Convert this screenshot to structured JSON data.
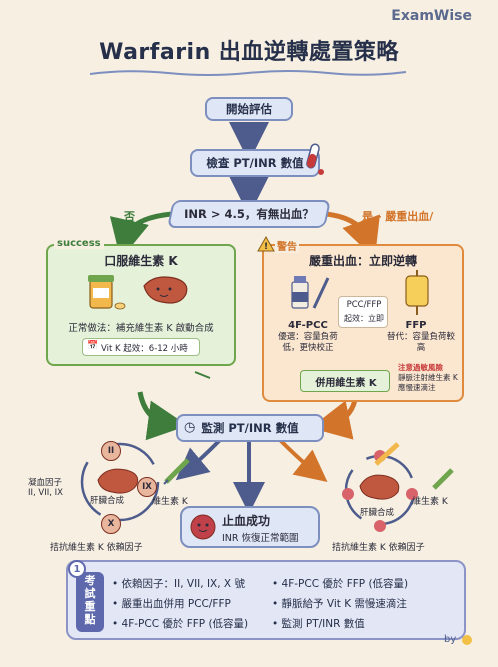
{
  "brand": "ExamWise",
  "title": "Warfarin 出血逆轉處置策略",
  "start": "開始評估",
  "check": "檢查 PT/INR 數值",
  "decision": "INR > 4.5，有無出血？",
  "no_label": "否",
  "yes_label": "是 - 嚴重出血/",
  "left_panel": {
    "tag": "success",
    "title": "口服維生素 K",
    "desc": "正常做法：補充維生素 K 啟動合成",
    "onset": "Vit K 起效：6-12 小時"
  },
  "right_panel": {
    "tag": "警告",
    "title": "嚴重出血：立即逆轉",
    "pcc_label": "4F-PCC",
    "pcc_desc": "優選：容量負荷低，更快校正",
    "middle": "PCC/FFP",
    "middle_sub": "起效：立即",
    "ffp_label": "FFP",
    "ffp_desc": "替代：容量負荷較高",
    "combo": "併用維生素 K",
    "warn_title": "注意過敏風險",
    "warn_desc": "靜脈注射維生素 K 應慢速滴注"
  },
  "monitor": "監測 PT/INR 數值",
  "left_cycle": {
    "factors_label": "凝血因子 II, VII, IX",
    "n1": "II",
    "n2": "IX",
    "n3": "X",
    "liver": "肝臟合成",
    "vitk": "維生素 K",
    "bottom": "拮抗維生素 K 依賴因子"
  },
  "right_cycle": {
    "vitk": "維生素 K",
    "liver": "肝臟合成",
    "bottom": "拮抗維生素 K 依賴因子"
  },
  "stop": {
    "title": "止血成功",
    "sub": "INR 恢復正常範圍"
  },
  "summary": {
    "number": "1",
    "tag": "考試重點",
    "left": [
      "依賴因子：II, VII, IX, X 號",
      "嚴重出血併用 PCC/FFP",
      "4F-PCC 優於 FFP (低容量)"
    ],
    "right": [
      "4F-PCC 優於 FFP (低容量)",
      "靜脈給予 Vit K 需慢速滴注",
      "監測 PT/INR 數值"
    ]
  },
  "signature": "by"
}
